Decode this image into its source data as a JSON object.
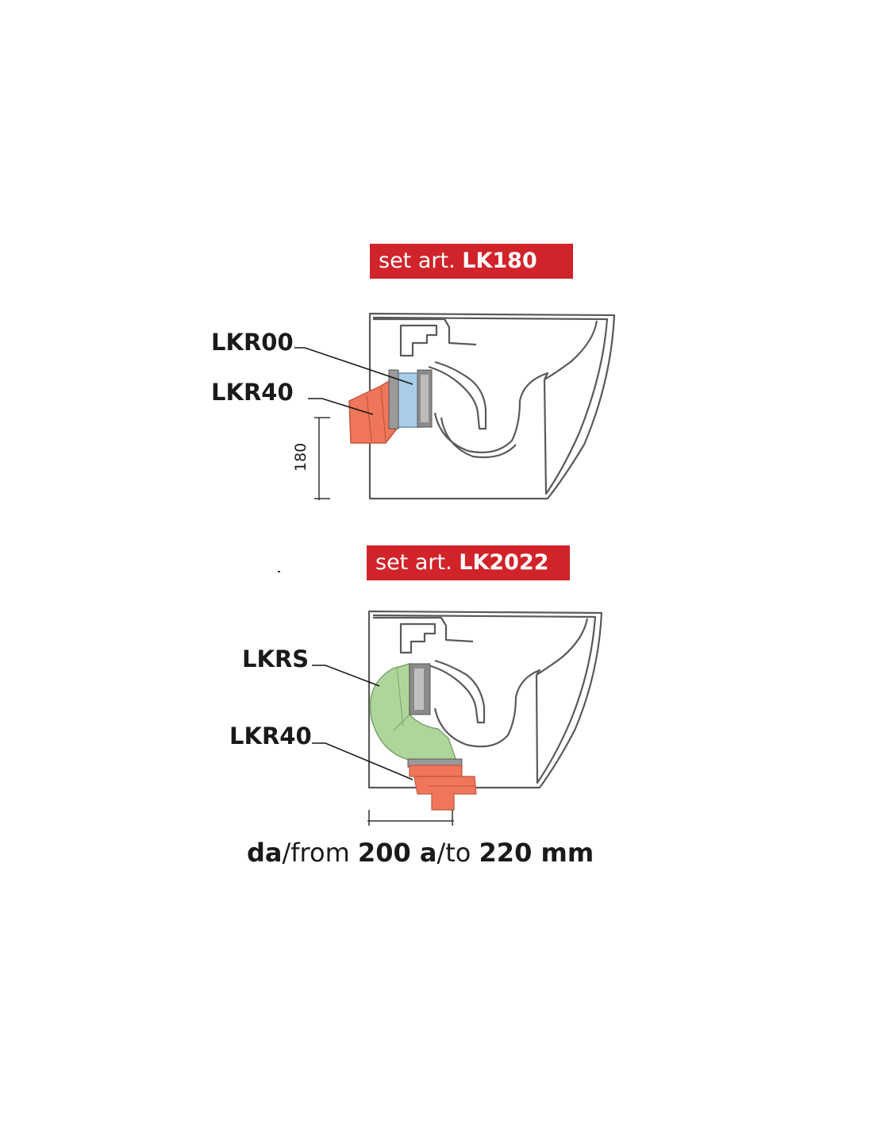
{
  "top_set": {
    "prefix": "set art.",
    "code": "LK180"
  },
  "bottom_set": {
    "prefix": "set art.",
    "code": "LK2022"
  },
  "labels": {
    "top_upper": "LKR00",
    "top_lower": "LKR40",
    "bottom_upper": "LKRS",
    "bottom_lower": "LKR40"
  },
  "dimension_top": "180",
  "caption": {
    "da": "da",
    "from": "/from ",
    "v200": "200",
    "a": " a",
    "to": "/to ",
    "v220": "220 mm"
  },
  "colors": {
    "badge": "#d1232a",
    "orange_part": "#f0765a",
    "blue_part": "#a9cde9",
    "green_part": "#aed69a",
    "outline": "#5a5a5a"
  }
}
